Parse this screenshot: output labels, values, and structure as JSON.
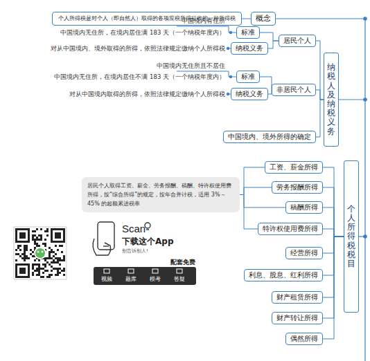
{
  "diagram": {
    "nodes": [
      {
        "text": [
          "个人所得税是对个人（即自然人）取得的各项应税所得征收的一种所得税"
        ]
      },
      {
        "text": [
          "概念"
        ]
      },
      {
        "text": [
          "纳税人及纳税义务"
        ]
      },
      {
        "text": [
          "居民个人"
        ]
      },
      {
        "text": [
          "标准"
        ]
      },
      {
        "text": [
          "纳税义务"
        ]
      },
      {
        "text": [
          "非居民个人"
        ]
      },
      {
        "text": [
          "标准"
        ]
      },
      {
        "text": [
          "纳税义务"
        ]
      },
      {
        "text": [
          "中国境内、境外所得的确定"
        ]
      },
      {
        "text": [
          "个人所得税税目"
        ]
      },
      {
        "text": [
          "工资、薪金所得"
        ]
      },
      {
        "text": [
          "劳务报酬所得"
        ]
      },
      {
        "text": [
          "稿酬所得"
        ]
      },
      {
        "text": [
          "特许权使用费所得"
        ]
      },
      {
        "text": [
          "经营所得"
        ]
      },
      {
        "text": [
          "利息、股息、红利所得"
        ]
      },
      {
        "text": [
          "财产租赁所得"
        ]
      },
      {
        "text": [
          "财产转让所得"
        ]
      },
      {
        "text": [
          "偶然所得"
        ]
      },
      {
        "text": [
          "居民个人取得工资、薪金、劳务报酬、稿酬、特许权使用费所得，按“综合所得”的规定，按年合并计税，适用 3%～45% 的超额累进税率"
        ]
      }
    ],
    "edges": [
      {
        "from": 0,
        "to": 1,
        "arrow": "none"
      },
      {
        "from": 2,
        "to": 3,
        "arrow": "none"
      },
      {
        "from": 2,
        "to": 6,
        "arrow": "none"
      },
      {
        "from": 2,
        "to": 9,
        "arrow": "none"
      },
      {
        "from": 3,
        "to": 4,
        "arrow": "none"
      },
      {
        "from": 3,
        "to": 5,
        "arrow": "none"
      },
      {
        "from": 6,
        "to": 7,
        "arrow": "none"
      },
      {
        "from": 6,
        "to": 8,
        "arrow": "none"
      },
      {
        "from": 10,
        "to": 11,
        "arrow": "none"
      },
      {
        "from": 10,
        "to": 12,
        "arrow": "none"
      },
      {
        "from": 10,
        "to": 13,
        "arrow": "none"
      },
      {
        "from": 10,
        "to": 14,
        "arrow": "none"
      },
      {
        "from": 10,
        "to": 15,
        "arrow": "none"
      },
      {
        "from": 10,
        "to": 16,
        "arrow": "none"
      },
      {
        "from": 10,
        "to": 17,
        "arrow": "none"
      },
      {
        "from": 10,
        "to": 18,
        "arrow": "none"
      },
      {
        "from": 10,
        "to": 19,
        "arrow": "none"
      },
      {
        "from": 20,
        "to": 11,
        "arrow": "none"
      },
      {
        "from": 20,
        "to": 12,
        "arrow": "none"
      },
      {
        "from": 20,
        "to": 13,
        "arrow": "none"
      },
      {
        "from": 20,
        "to": 14,
        "arrow": "none"
      }
    ],
    "labels": [
      "中国境内有住所",
      "中国境内无住所，在境内居住满 183 天（一个纳税年度内）",
      "对从中国境内、境外取得的所得，依照法律规定缴纳个人所得税",
      "中国境内无住所且不居住",
      "中国境内无住所，在境内居住不满 183 天（一个纳税年度内）",
      "对从中国境内取得的所得，依照法律规定缴纳个人所得税",
      "Scan",
      "下载这个App",
      "别告诉别人!",
      "配套免费",
      "视频",
      "题库",
      "模考",
      "答疑"
    ]
  }
}
